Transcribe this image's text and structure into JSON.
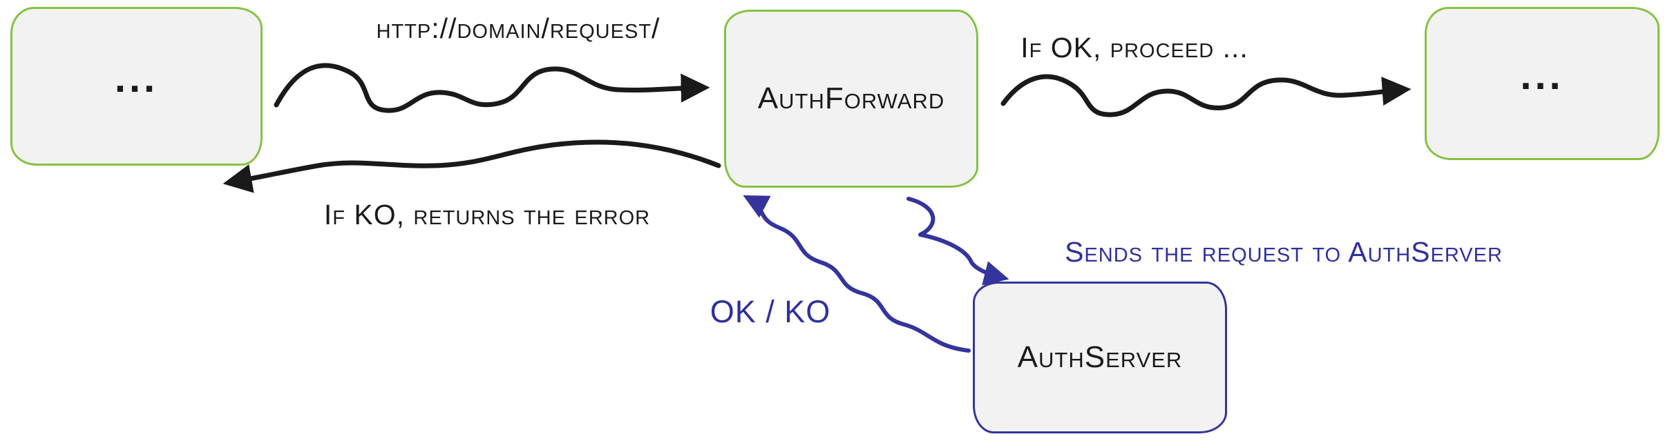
{
  "diagram": {
    "nodes": {
      "left": {
        "label": "..."
      },
      "auth_forward": {
        "label": "AuthForward"
      },
      "right": {
        "label": "..."
      },
      "auth_server": {
        "label": "AuthServer"
      }
    },
    "edges": {
      "request": {
        "label": "http://domain/request/"
      },
      "ok_proceed": {
        "label": "If OK, proceed ..."
      },
      "ko_error": {
        "label": "If KO, returns the error"
      },
      "sends_request": {
        "label": "Sends the request to AuthServer"
      },
      "ok_ko": {
        "label": "OK / KO"
      }
    }
  },
  "colors": {
    "node_border_green": "#84c341",
    "node_border_blue": "#34349c",
    "label_blue": "#2f2f9e",
    "ink_black": "#1a1a1a",
    "node_fill": "#f2f2f2",
    "background": "#ffffff"
  }
}
